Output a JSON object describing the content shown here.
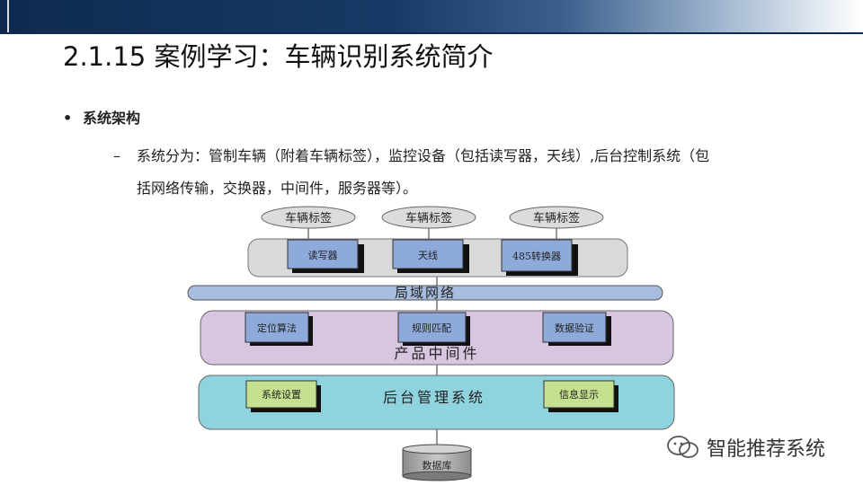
{
  "slide": {
    "title": "2.1.15 案例学习：车辆识别系统简介",
    "bullet_dot": "•",
    "bullet": "系统架构",
    "sub_dash": "–",
    "sub_line1": "系统分为：管制车辆（附着车辆标签），监控设备（包括读写器，天线）,后台控制系统（包",
    "sub_line2": "括网络传输，交换器，中间件，服务器等）。"
  },
  "diagram": {
    "tags": [
      "车辆标签",
      "车辆标签",
      "车辆标签"
    ],
    "devices": [
      "读写器",
      "天线",
      "485转换器"
    ],
    "network": "局域网络",
    "middleware_boxes": [
      "定位算法",
      "规则匹配",
      "数据验证"
    ],
    "middleware_label": "产品中间件",
    "backend_boxes": [
      "系统设置",
      "信息显示"
    ],
    "backend_label": "后台管理系统",
    "database": "数据库"
  },
  "watermark": {
    "text": "智能推荐系统",
    "icon": "wechat-icon"
  },
  "colors": {
    "header_dark": "#0f2a4e",
    "device_panel": "#d9d9d9",
    "device_box": "#8eaadb",
    "network_bar": "#a6bddf",
    "middleware_panel": "#d8c6e0",
    "backend_panel": "#8fd3df",
    "backend_box": "#c5e08f",
    "database": "#a5a5a5"
  }
}
